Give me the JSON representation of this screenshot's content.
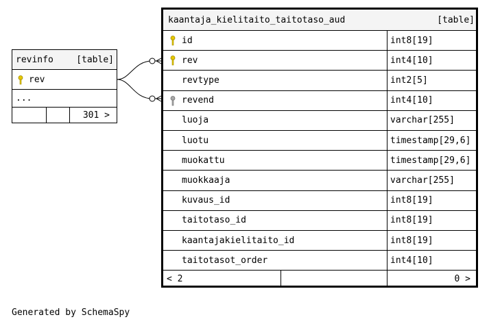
{
  "revinfo": {
    "name": "revinfo",
    "kind": "[table]",
    "columns": [
      {
        "name": "rev",
        "key": "primary"
      }
    ],
    "more": "...",
    "children_count": "301 >"
  },
  "main_table": {
    "name": "kaantaja_kielitaito_taitotaso_aud",
    "kind": "[table]",
    "columns": [
      {
        "name": "id",
        "type": "int8[19]",
        "key": "primary"
      },
      {
        "name": "rev",
        "type": "int4[10]",
        "key": "primary"
      },
      {
        "name": "revtype",
        "type": "int2[5]",
        "key": "none"
      },
      {
        "name": "revend",
        "type": "int4[10]",
        "key": "foreign"
      },
      {
        "name": "luoja",
        "type": "varchar[255]",
        "key": "none"
      },
      {
        "name": "luotu",
        "type": "timestamp[29,6]",
        "key": "none"
      },
      {
        "name": "muokattu",
        "type": "timestamp[29,6]",
        "key": "none"
      },
      {
        "name": "muokkaaja",
        "type": "varchar[255]",
        "key": "none"
      },
      {
        "name": "kuvaus_id",
        "type": "int8[19]",
        "key": "none"
      },
      {
        "name": "taitotaso_id",
        "type": "int8[19]",
        "key": "none"
      },
      {
        "name": "kaantajakielitaito_id",
        "type": "int8[19]",
        "key": "none"
      },
      {
        "name": "taitotasot_order",
        "type": "int4[10]",
        "key": "none"
      }
    ],
    "parents_count": "< 2",
    "children_count": "0 >"
  },
  "colors": {
    "primary_key": "#e6c800",
    "foreign_key": "#a8a8a8",
    "header_bg": "#f4f4f4"
  },
  "footer": "Generated by SchemaSpy"
}
